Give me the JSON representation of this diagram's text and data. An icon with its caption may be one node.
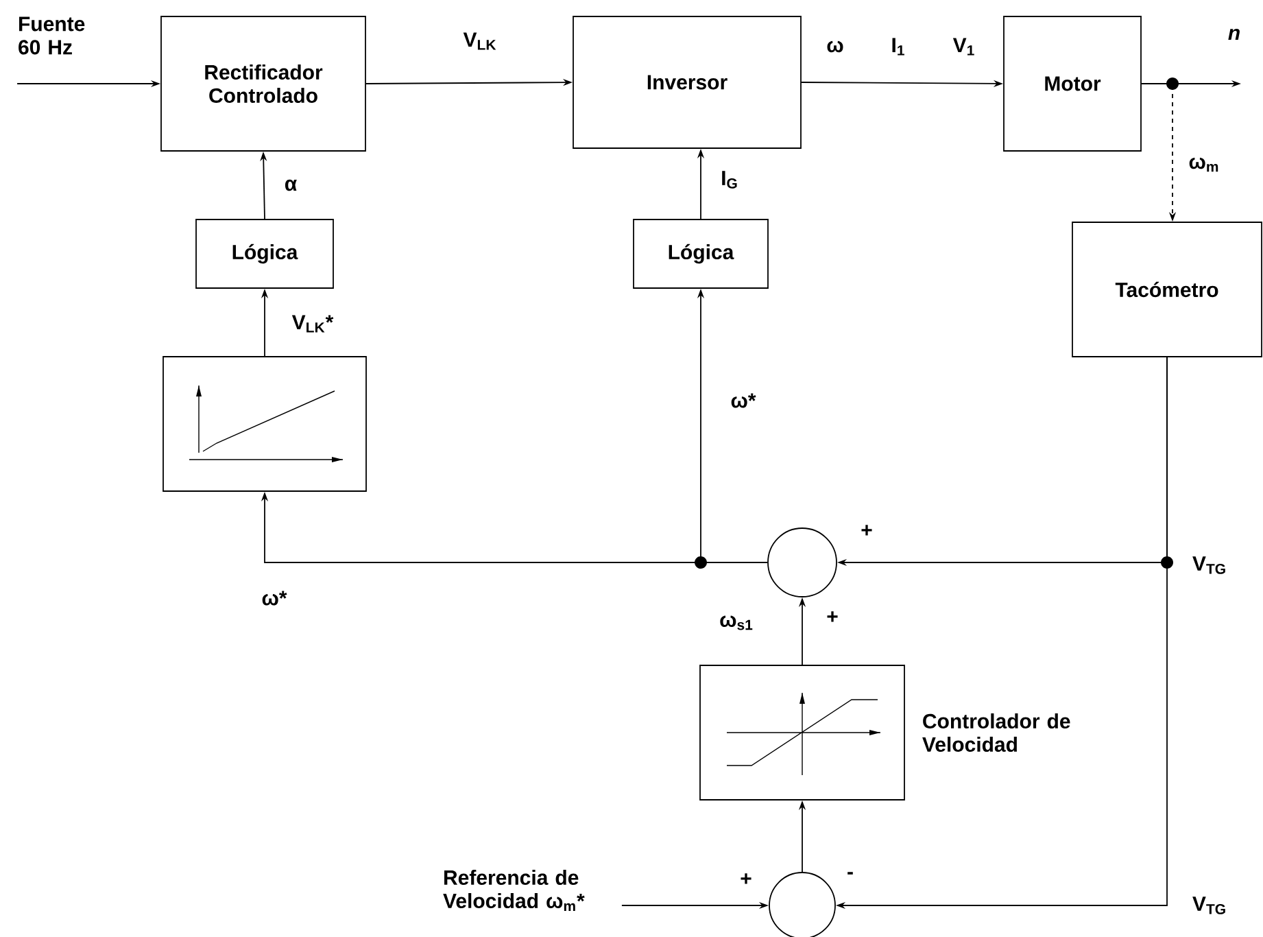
{
  "diagram": {
    "nodes": [
      {
        "text": [
          "Fuente 60 Hz"
        ]
      },
      {
        "text": [
          "Rectificador Controlado"
        ]
      },
      {
        "text": [
          "Inversor"
        ]
      },
      {
        "text": [
          "Motor"
        ]
      },
      {
        "text": [
          "Lógica"
        ]
      },
      {
        "text": [
          "Lógica"
        ]
      },
      {
        "text": [
          "Tacómetro"
        ]
      },
      {
        "text": [],
        "shape": "box"
      },
      {
        "text": [],
        "shape": "circle"
      },
      {
        "text": [],
        "shape": "box",
        "beside": [
          "Controlador de Velocidad"
        ]
      },
      {
        "text": [],
        "shape": "circle"
      },
      {
        "text": [
          "Referencia de Velocidad ω$_{m}$*"
        ]
      }
    ],
    "edges": [
      {
        "from": 0,
        "to": 1,
        "arrow": "to"
      },
      {
        "from": 1,
        "to": 2,
        "arrow": "to",
        "label": "V$_{LK}$"
      },
      {
        "from": 2,
        "to": 3,
        "arrow": "to",
        "label": "ω"
      },
      {
        "from": 3,
        "to": null,
        "arrow": "to",
        "label": "n"
      },
      {
        "from": 3,
        "to": 6,
        "arrow": "to",
        "style": "dashed",
        "label": "ω$_{m}$"
      },
      {
        "from": 4,
        "to": 1,
        "arrow": "to",
        "label": "α"
      },
      {
        "from": 7,
        "to": 4,
        "arrow": "to",
        "label": "V$_{LK}$*"
      },
      {
        "from": 5,
        "to": 2,
        "arrow": "to",
        "label": "I$_{G}$"
      },
      {
        "from": 8,
        "to": 5,
        "arrow": "to",
        "label": "ω*"
      },
      {
        "from": 8,
        "to": 7,
        "arrow": "to",
        "label": "ω*"
      },
      {
        "from": 6,
        "to": 8,
        "arrow": "to",
        "label": "V$_{TG}$"
      },
      {
        "from": 6,
        "to": 10,
        "arrow": "to",
        "label": "V$_{TG}$"
      },
      {
        "from": 9,
        "to": 8,
        "arrow": "to",
        "label": "ω$_{s1}$"
      },
      {
        "from": 10,
        "to": 9,
        "arrow": "to"
      },
      {
        "from": 11,
        "to": 10,
        "arrow": "to"
      }
    ],
    "labels": [
      "I$_{1}$",
      "V$_{1}$",
      "+",
      "+",
      "+",
      "-"
    ]
  }
}
